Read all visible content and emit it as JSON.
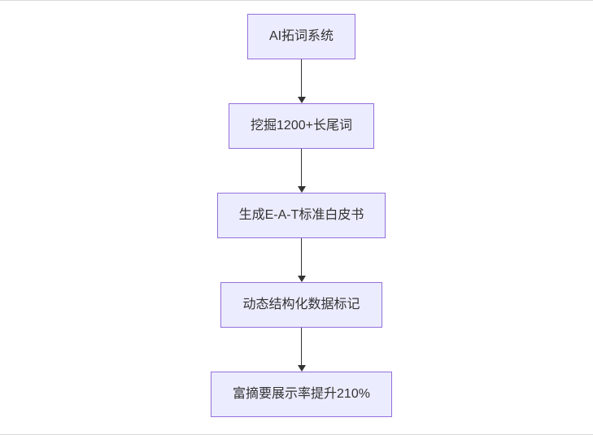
{
  "diagram": {
    "type": "flowchart-top-down",
    "colors": {
      "node_fill": "#ECECFF",
      "node_border": "#9370DB",
      "arrow_color": "#333333",
      "text_color": "#333333",
      "page_background": "#ffffff"
    },
    "nodes": [
      {
        "id": "n1",
        "label": "AI拓词系统"
      },
      {
        "id": "n2",
        "label": "挖掘1200+长尾词"
      },
      {
        "id": "n3",
        "label": "生成E-A-T标准白皮书"
      },
      {
        "id": "n4",
        "label": "动态结构化数据标记"
      },
      {
        "id": "n5",
        "label": "富摘要展示率提升210%"
      }
    ],
    "edges": [
      {
        "from": "n1",
        "to": "n2"
      },
      {
        "from": "n2",
        "to": "n3"
      },
      {
        "from": "n3",
        "to": "n4"
      },
      {
        "from": "n4",
        "to": "n5"
      }
    ]
  }
}
